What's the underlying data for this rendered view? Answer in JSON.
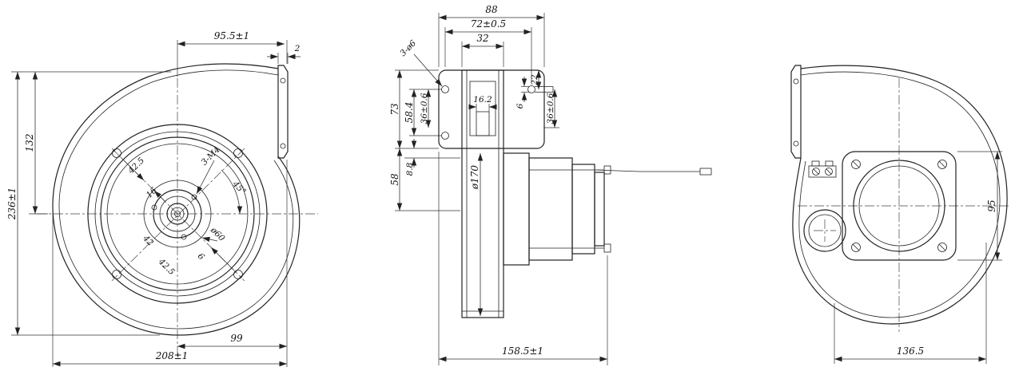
{
  "style": {
    "line_color": "#222222",
    "background": "#ffffff"
  },
  "front_view": {
    "dims": {
      "top_width": "95.5±1",
      "plate_thickness": "2",
      "center_height": "132",
      "overall_height": "236±1",
      "diag_upper": "42.5",
      "diag_sixteen": "16",
      "tapped_holes": "3-M4",
      "angle": "45°",
      "diag_fortytwo": "42",
      "hub_diameter": "ø60",
      "diag_lower": "42.5",
      "shaft": "6",
      "outlet_offset": "99",
      "overall_width": "208±1"
    }
  },
  "side_view": {
    "dims": {
      "flange_width": "88",
      "hole_spacing_h": "72±0.5",
      "outlet_width": "32",
      "flange_holes": "3-ø6",
      "flange_height": "73",
      "hole_spacing_v": "58.4",
      "hole_offset_left": "36±0.6",
      "inner_width": "16.2",
      "pin_height": "22",
      "pin_dia": "6",
      "hole_offset_right": "36±0.6",
      "center_drop": "58",
      "edge_gap": "8.8",
      "impeller_dia": "ø170",
      "overall_depth": "158.5±1"
    }
  },
  "rear_view": {
    "dims": {
      "plate_height": "95",
      "overall_depth": "136.5"
    }
  }
}
